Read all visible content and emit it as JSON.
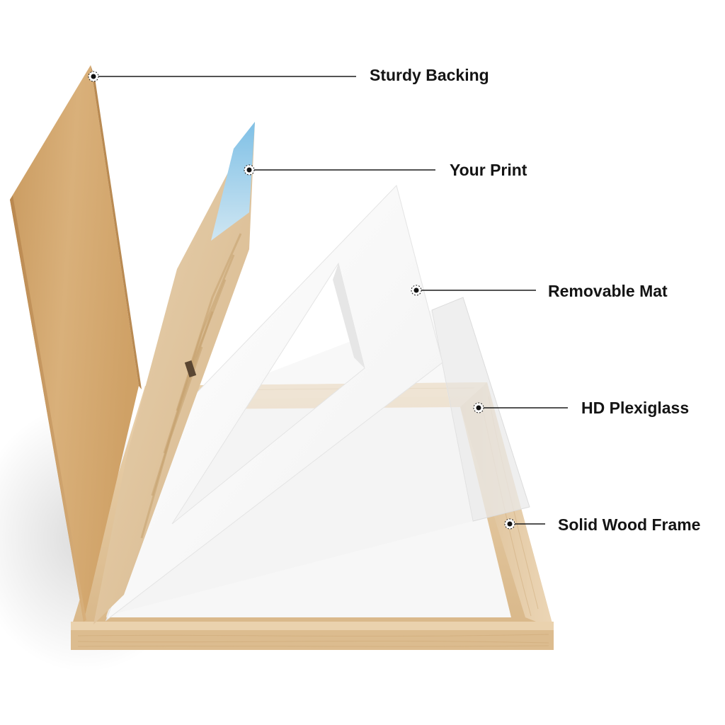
{
  "callouts": [
    {
      "id": "sturdy-backing",
      "label": "Sturdy Backing"
    },
    {
      "id": "your-print",
      "label": "Your Print"
    },
    {
      "id": "removable-mat",
      "label": "Removable Mat"
    },
    {
      "id": "hd-plexiglass",
      "label": "HD Plexiglass"
    },
    {
      "id": "solid-wood-frame",
      "label": "Solid Wood Frame"
    }
  ],
  "colors": {
    "background": "#ffffff",
    "text": "#141414",
    "leader_line": "#1a1a1a",
    "backing_board": "#d7ad73",
    "wood_frame": "#e2c69e",
    "mat": "#ffffff",
    "plexiglass": "#eeeeee",
    "print_sky": "#8ec9e8"
  }
}
